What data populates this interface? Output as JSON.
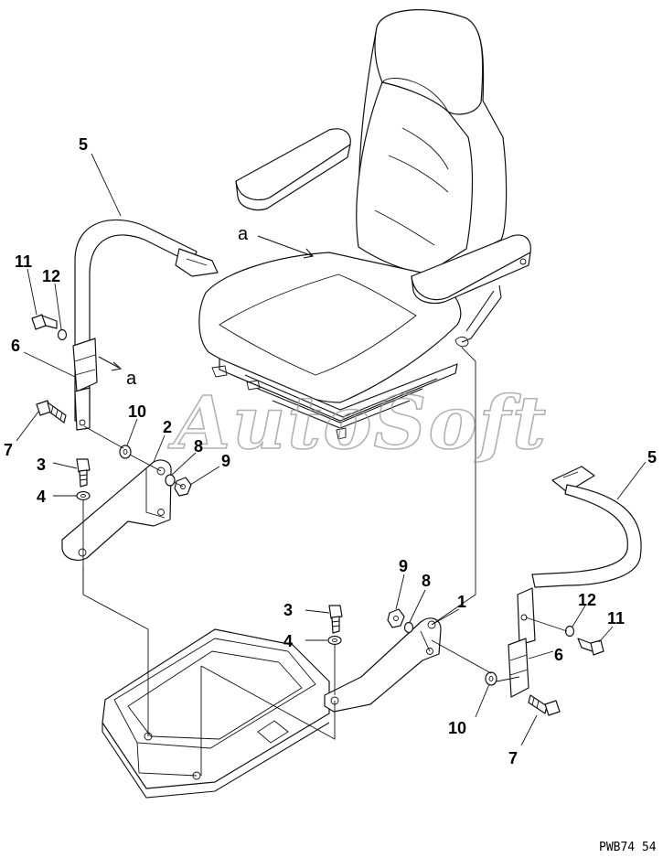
{
  "diagram": {
    "callout": "a",
    "watermark": "AutoSoft",
    "drawing_code": "PWB74 54",
    "labels": {
      "l1": "1",
      "l2": "2",
      "l3a": "3",
      "l3b": "3",
      "l4a": "4",
      "l4b": "4",
      "l5a": "5",
      "l5b": "5",
      "l6a": "6",
      "l6b": "6",
      "l7a": "7",
      "l7b": "7",
      "l8a": "8",
      "l8b": "8",
      "l9a": "9",
      "l9b": "9",
      "l10a": "10",
      "l10b": "10",
      "l11a": "11",
      "l11b": "11",
      "l12a": "12",
      "l12b": "12"
    }
  }
}
